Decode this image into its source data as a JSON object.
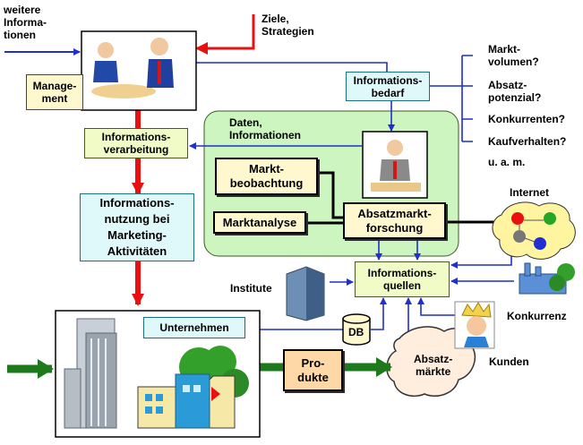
{
  "labels": {
    "weitere_informationen": "weitere\nInforma-\ntionen",
    "ziele": "Ziele,\nStrategien",
    "management": "Manage-\nment",
    "informationsbedarf": "Informations-\nbedarf",
    "questions": [
      "Markt-\nvolumen?",
      "Absatz-\npotenzial?",
      "Konkurrenten?",
      "Kaufverhalten?",
      "u. a. m."
    ],
    "daten_informationen": "Daten,\nInformationen",
    "informationsverarbeitung": "Informations-\nverarbeitung",
    "marktbeobachtung": "Markt-\nbeobachtung",
    "marktanalyse": "Marktanalyse",
    "absatzmarktforschung": "Absatzmarkt-\nforschung",
    "internet": "Internet",
    "informationsnutzung": "Informations-\nnutzung bei\nMarketing-\nAktivitäten",
    "institute": "Institute",
    "informationsquellen": "Informations-\nquellen",
    "konkurrenz": "Konkurrenz",
    "unternehmen": "Unternehmen",
    "db": "DB",
    "kunden": "Kunden",
    "absatzmaerkte": "Absatz-\nmärkte",
    "produkte": "Pro-\ndukte"
  },
  "colors": {
    "blue_arrow": "#1f2fd0",
    "red_arrow": "#e81010",
    "green_arrow": "#1c7a1c",
    "panel_green": "#ccf5c0",
    "box_green": "#f0fbc8",
    "box_yellow": "#fff8cf",
    "box_cyan": "#dff9fa",
    "box_orange": "#ffd8a8"
  }
}
